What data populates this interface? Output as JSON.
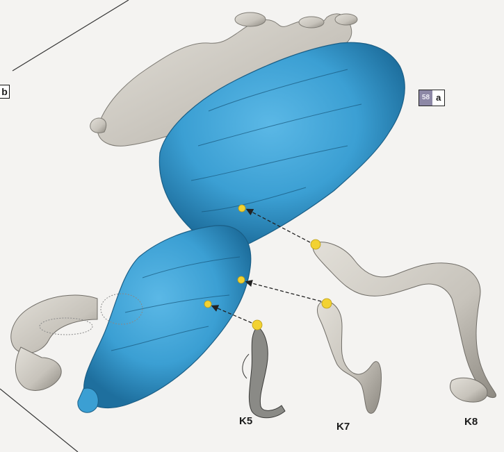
{
  "labels": {
    "panel_b": "b",
    "panel_a_number": "58",
    "panel_a_letter": "a",
    "k5": "K5",
    "k7": "K7",
    "k8": "K8"
  },
  "colors": {
    "body": "#3b9fd3",
    "body_dark": "#1e6f9e",
    "limb": "#c7c3bb",
    "limb_dark": "#8e8a82",
    "marker": "#f2d232",
    "background": "#f4f3f1"
  }
}
